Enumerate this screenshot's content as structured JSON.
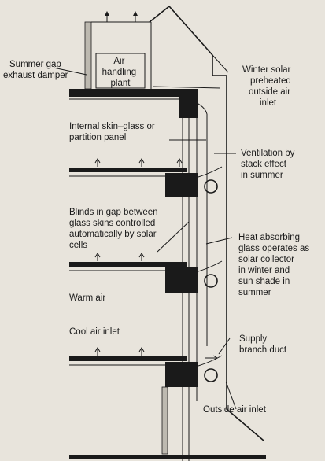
{
  "labels": {
    "summer_gap": [
      "Summer gap",
      "exhaust damper"
    ],
    "air_handling": [
      "Air",
      "handling",
      "plant"
    ],
    "winter_solar": [
      "Winter solar",
      "preheated",
      "outside air",
      "inlet"
    ],
    "internal_skin": [
      "Internal skin–glass or",
      "partition panel"
    ],
    "ventilation": [
      "Ventilation by",
      "stack effect",
      "in summer"
    ],
    "blinds": [
      "Blinds in gap between",
      "glass skins controlled",
      "automatically by solar",
      "cells"
    ],
    "heat_absorbing": [
      "Heat absorbing",
      "glass operates as",
      "solar collector",
      "in winter and",
      "sun shade in",
      "summer"
    ],
    "warm_air": [
      "Warm air"
    ],
    "cool_air": [
      "Cool air inlet"
    ],
    "supply_branch": [
      "Supply",
      "branch duct"
    ],
    "outside_air": [
      "Outside air inlet"
    ]
  },
  "colors": {
    "background": "#e8e4dc",
    "ink": "#1a1a1a",
    "fill_grey": "#bdb9b0"
  }
}
